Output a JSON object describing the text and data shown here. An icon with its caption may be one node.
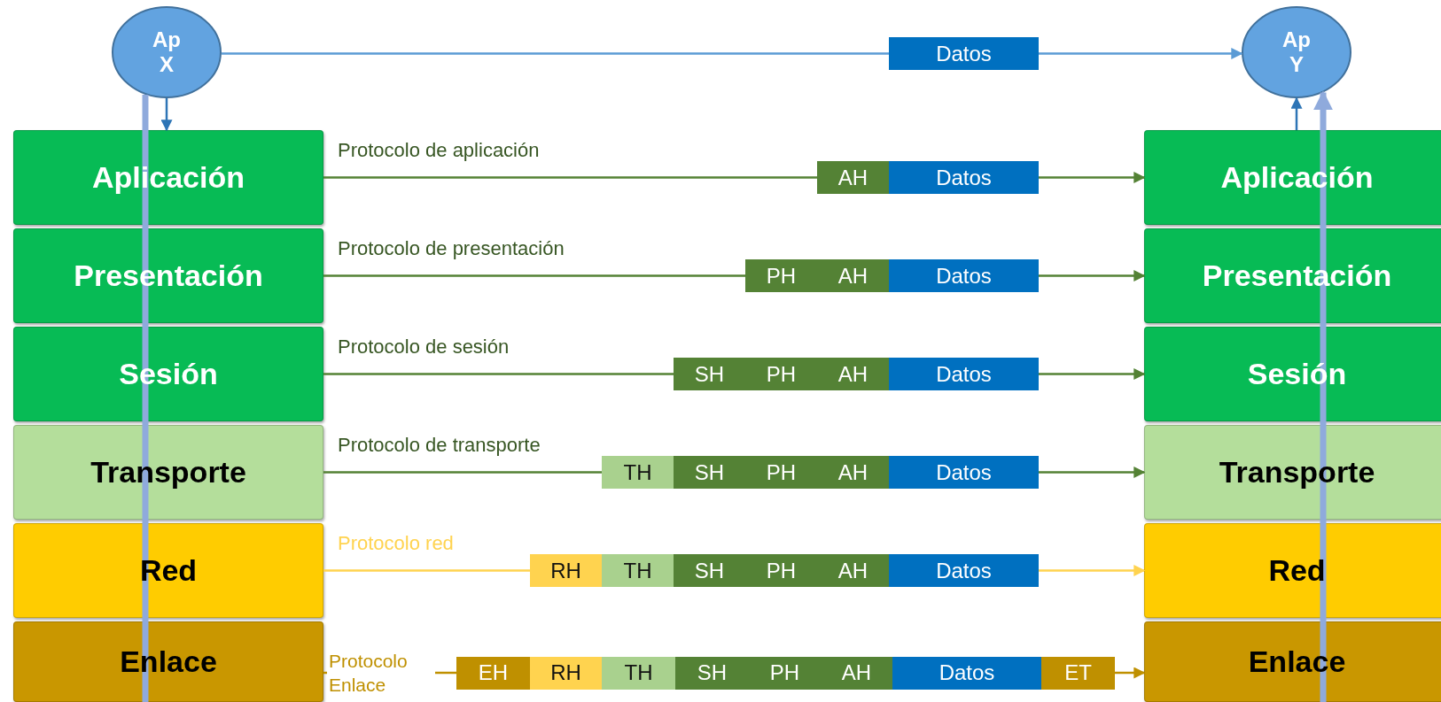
{
  "diagram": {
    "nodes": [
      {
        "text": [
          "Ap X"
        ]
      },
      {
        "text": [
          "Datos"
        ]
      },
      {
        "text": [
          "Ap Y"
        ]
      },
      {
        "text": [
          "Aplicación"
        ]
      },
      {
        "text": [
          "AH"
        ]
      },
      {
        "text": [
          "Datos"
        ]
      },
      {
        "text": [
          "Aplicación"
        ]
      },
      {
        "text": [
          "Presentación"
        ]
      },
      {
        "text": [
          "PH"
        ]
      },
      {
        "text": [
          "AH"
        ]
      },
      {
        "text": [
          "Datos"
        ]
      },
      {
        "text": [
          "Presentación"
        ]
      },
      {
        "text": [
          "Sesión"
        ]
      },
      {
        "text": [
          "SH"
        ]
      },
      {
        "text": [
          "PH"
        ]
      },
      {
        "text": [
          "AH"
        ]
      },
      {
        "text": [
          "Datos"
        ]
      },
      {
        "text": [
          "Sesión"
        ]
      },
      {
        "text": [
          "Transporte"
        ]
      },
      {
        "text": [
          "TH"
        ]
      },
      {
        "text": [
          "SH"
        ]
      },
      {
        "text": [
          "PH"
        ]
      },
      {
        "text": [
          "AH"
        ]
      },
      {
        "text": [
          "Datos"
        ]
      },
      {
        "text": [
          "Transporte"
        ]
      },
      {
        "text": [
          "Red"
        ]
      },
      {
        "text": [
          "RH"
        ]
      },
      {
        "text": [
          "TH"
        ]
      },
      {
        "text": [
          "SH"
        ]
      },
      {
        "text": [
          "PH"
        ]
      },
      {
        "text": [
          "AH"
        ]
      },
      {
        "text": [
          "Datos"
        ]
      },
      {
        "text": [
          "Red"
        ]
      },
      {
        "text": [
          "Enlace"
        ]
      },
      {
        "text": [
          "EH"
        ]
      },
      {
        "text": [
          "RH"
        ]
      },
      {
        "text": [
          "TH"
        ]
      },
      {
        "text": [
          "SH"
        ]
      },
      {
        "text": [
          "PH"
        ]
      },
      {
        "text": [
          "AH"
        ]
      },
      {
        "text": [
          "Datos"
        ]
      },
      {
        "text": [
          "ET"
        ]
      },
      {
        "text": [
          "Enlace"
        ]
      }
    ],
    "edges": [
      {
        "from": 0,
        "to": 1,
        "arrow": "none",
        "color": "#5b9bd5"
      },
      {
        "from": 1,
        "to": 2,
        "arrow": "to",
        "color": "#5b9bd5"
      },
      {
        "from": 0,
        "to": 3,
        "arrow": "to",
        "color": "#2e75b6"
      },
      {
        "from": 6,
        "to": 2,
        "arrow": "to",
        "color": "#2e75b6"
      },
      {
        "from": 0,
        "to": 3,
        "arrow": "none",
        "style": "thick"
      },
      {
        "from": 3,
        "to": 7,
        "arrow": "none",
        "style": "thick"
      },
      {
        "from": 7,
        "to": 12,
        "arrow": "none",
        "style": "thick"
      },
      {
        "from": 12,
        "to": 18,
        "arrow": "none",
        "style": "thick"
      },
      {
        "from": 18,
        "to": 25,
        "arrow": "none",
        "style": "thick"
      },
      {
        "from": 25,
        "to": 33,
        "arrow": "none",
        "style": "thick"
      },
      {
        "from": 42,
        "to": 32,
        "arrow": "none",
        "style": "thick"
      },
      {
        "from": 32,
        "to": 24,
        "arrow": "none",
        "style": "thick"
      },
      {
        "from": 24,
        "to": 17,
        "arrow": "none",
        "style": "thick"
      },
      {
        "from": 17,
        "to": 11,
        "arrow": "none",
        "style": "thick"
      },
      {
        "from": 11,
        "to": 6,
        "arrow": "none",
        "style": "thick"
      },
      {
        "from": 6,
        "to": 2,
        "arrow": "to",
        "style": "thick"
      },
      {
        "from": 3,
        "to": 4,
        "arrow": "none",
        "label": "Protocolo de aplicación",
        "color": "#548235"
      },
      {
        "from": 5,
        "to": 6,
        "arrow": "to",
        "color": "#548235"
      },
      {
        "from": 7,
        "to": 8,
        "arrow": "none",
        "label": "Protocolo de presentación",
        "color": "#548235"
      },
      {
        "from": 10,
        "to": 11,
        "arrow": "to",
        "color": "#548235"
      },
      {
        "from": 12,
        "to": 13,
        "arrow": "none",
        "label": "Protocolo de sesión",
        "color": "#548235"
      },
      {
        "from": 16,
        "to": 17,
        "arrow": "to",
        "color": "#548235"
      },
      {
        "from": 18,
        "to": 19,
        "arrow": "none",
        "label": "Protocolo de transporte",
        "color": "#548235"
      },
      {
        "from": 23,
        "to": 24,
        "arrow": "to",
        "color": "#548235"
      },
      {
        "from": 25,
        "to": 26,
        "arrow": "none",
        "label": "Protocolo red",
        "color": "#ffd34f"
      },
      {
        "from": 31,
        "to": 32,
        "arrow": "to",
        "color": "#ffd34f"
      },
      {
        "from": 33,
        "to": 34,
        "arrow": "none",
        "label": "Protocolo Enlace",
        "color": "#bf9000"
      },
      {
        "from": 41,
        "to": 42,
        "arrow": "to",
        "color": "#bf9000"
      }
    ]
  }
}
